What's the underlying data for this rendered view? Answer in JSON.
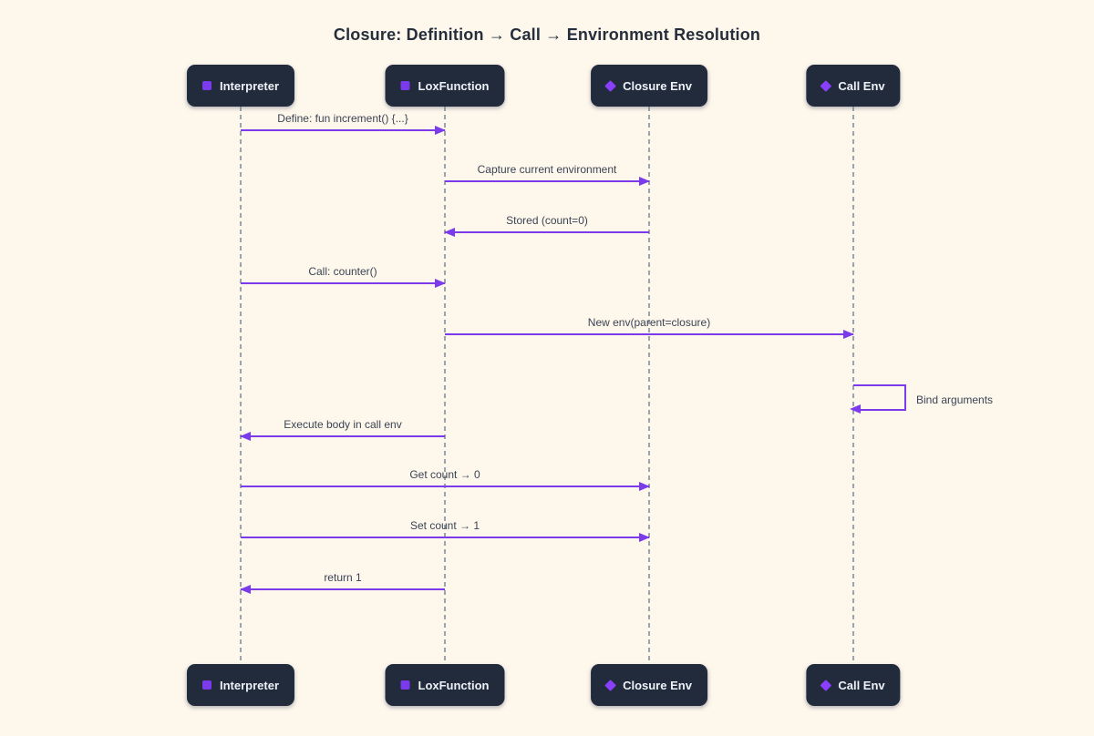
{
  "title": "Closure: Definition → Call → Environment Resolution",
  "diagram_type": "sequence",
  "colors": {
    "background": "#fdf7ec",
    "actor_fill": "#212b3c",
    "actor_text": "#eef2f8",
    "accent_purple": "#7c3aed",
    "lifeline_gray": "#9aa3ae",
    "message_text": "#3b4454",
    "title_text": "#252e3c"
  },
  "actors": [
    {
      "label": "Interpreter",
      "icon": "square-icon"
    },
    {
      "label": "LoxFunction",
      "icon": "square-icon"
    },
    {
      "label": "Closure Env",
      "icon": "diamond-icon"
    },
    {
      "label": "Call Env",
      "icon": "diamond-icon"
    }
  ],
  "messages": [
    {
      "label": "Define: fun increment() {...}",
      "from": "Interpreter",
      "to": "LoxFunction",
      "direction": "right"
    },
    {
      "label": "Capture current environment",
      "from": "LoxFunction",
      "to": "Closure Env",
      "direction": "right"
    },
    {
      "label": "Stored (count=0)",
      "from": "Closure Env",
      "to": "LoxFunction",
      "direction": "left"
    },
    {
      "label": "Call: counter()",
      "from": "Interpreter",
      "to": "LoxFunction",
      "direction": "right"
    },
    {
      "label": "New env(parent=closure)",
      "from": "LoxFunction",
      "to": "Call Env",
      "direction": "right"
    },
    {
      "label": "Bind arguments",
      "from": "Call Env",
      "to": "Call Env",
      "direction": "self"
    },
    {
      "label": "Execute body in call env",
      "from": "LoxFunction",
      "to": "Interpreter",
      "direction": "left"
    },
    {
      "label": "Get count → 0",
      "from": "Interpreter",
      "to": "Closure Env",
      "direction": "right"
    },
    {
      "label": "Set count → 1",
      "from": "Interpreter",
      "to": "Closure Env",
      "direction": "right"
    },
    {
      "label": "return 1",
      "from": "LoxFunction",
      "to": "Interpreter",
      "direction": "left"
    }
  ]
}
